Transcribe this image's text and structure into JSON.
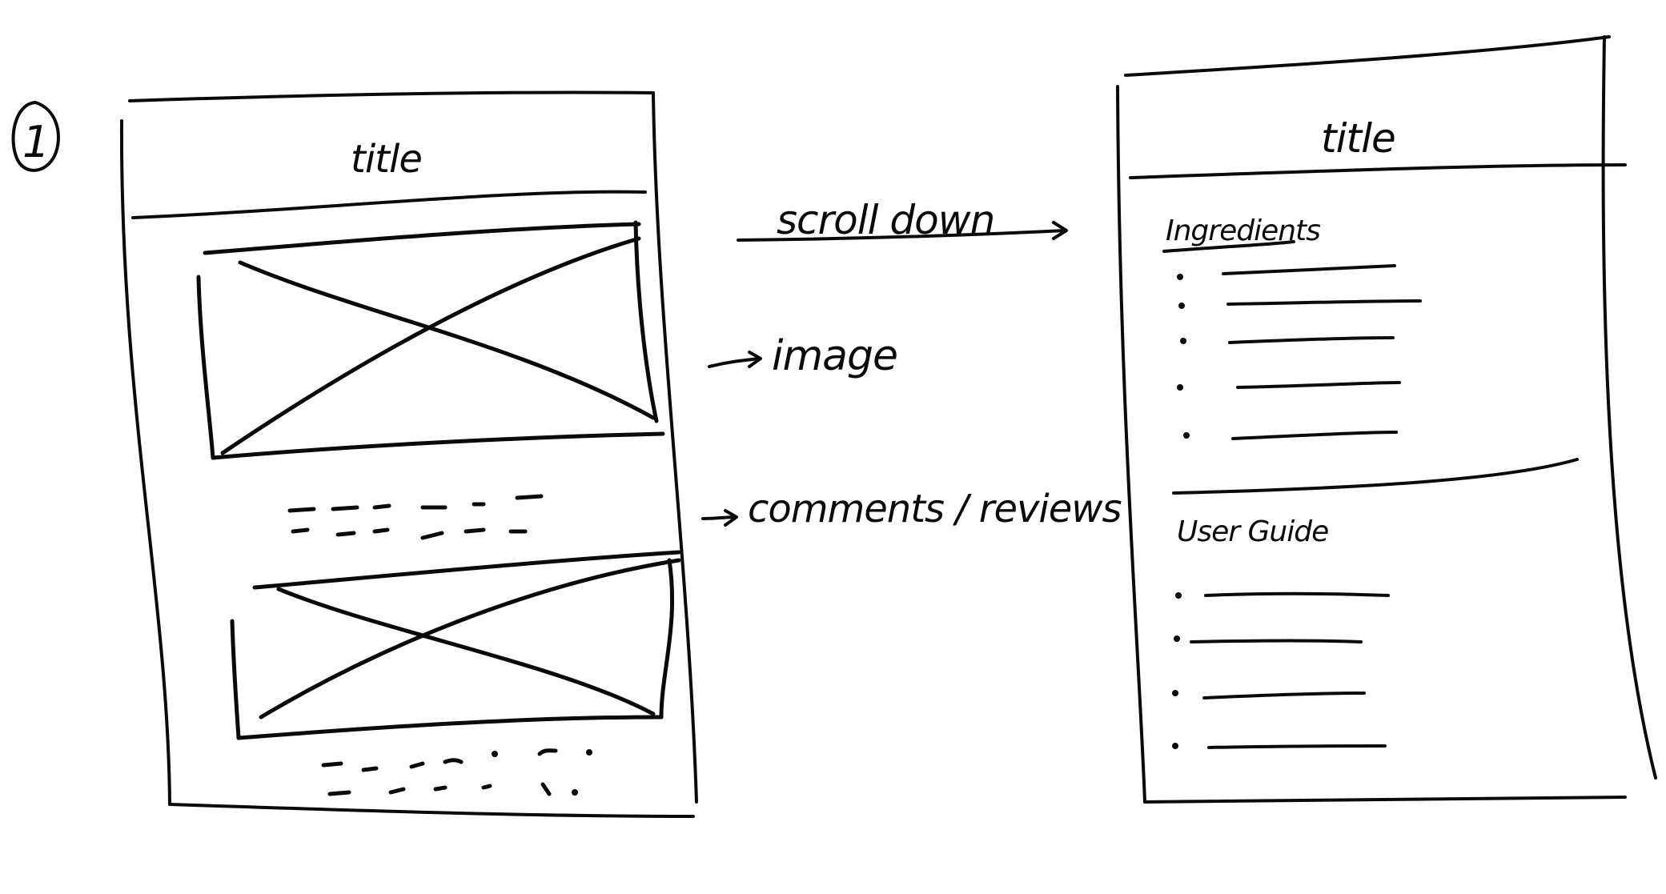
{
  "step_marker": "1",
  "screen_1": {
    "title": "title",
    "image_placeholder_count": 2
  },
  "annotations": {
    "scroll": "scroll down",
    "image": "image",
    "comments": "comments / reviews"
  },
  "screen_2": {
    "title": "title",
    "sections": [
      {
        "heading": "Ingredients",
        "bullet_count": 5
      },
      {
        "heading": "User Guide",
        "bullet_count": 4
      }
    ]
  },
  "colors": {
    "ink": "#0a0a0a",
    "paper": "#ffffff"
  }
}
